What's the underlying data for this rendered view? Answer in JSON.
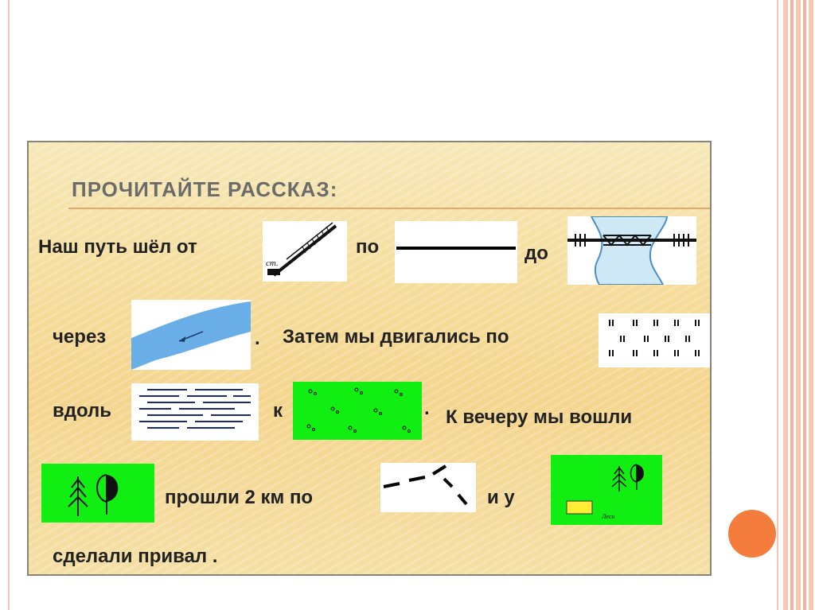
{
  "slide": {
    "title": "ПРОЧИТАЙТЕ  РАССКАЗ:",
    "line1": {
      "t1": "Наш путь шёл от",
      "t2": "по",
      "t3": "до"
    },
    "line2": {
      "t1": "через",
      "t2": ".",
      "t3": "Затем мы двигались по"
    },
    "line3": {
      "t1": "вдоль",
      "t2": "к",
      "t3": ".",
      "t4": "К вечеру мы вошли"
    },
    "line4": {
      "t1": "прошли 2 км по",
      "t2": "и у"
    },
    "line5": {
      "t1": "сделали привал ."
    },
    "symbols": {
      "station_label": "ст.",
      "house_label": "Лесн"
    }
  },
  "colors": {
    "accent": "#f47c3c",
    "symbol_green": "#11ee11",
    "river_blue": "#6aaee8"
  },
  "icons": [
    "railway-station-icon",
    "road-icon",
    "bridge-icon",
    "river-icon",
    "meadow-icon",
    "swamp-icon",
    "grassland-icon",
    "mixed-forest-icon",
    "trail-icon",
    "forester-house-icon"
  ]
}
